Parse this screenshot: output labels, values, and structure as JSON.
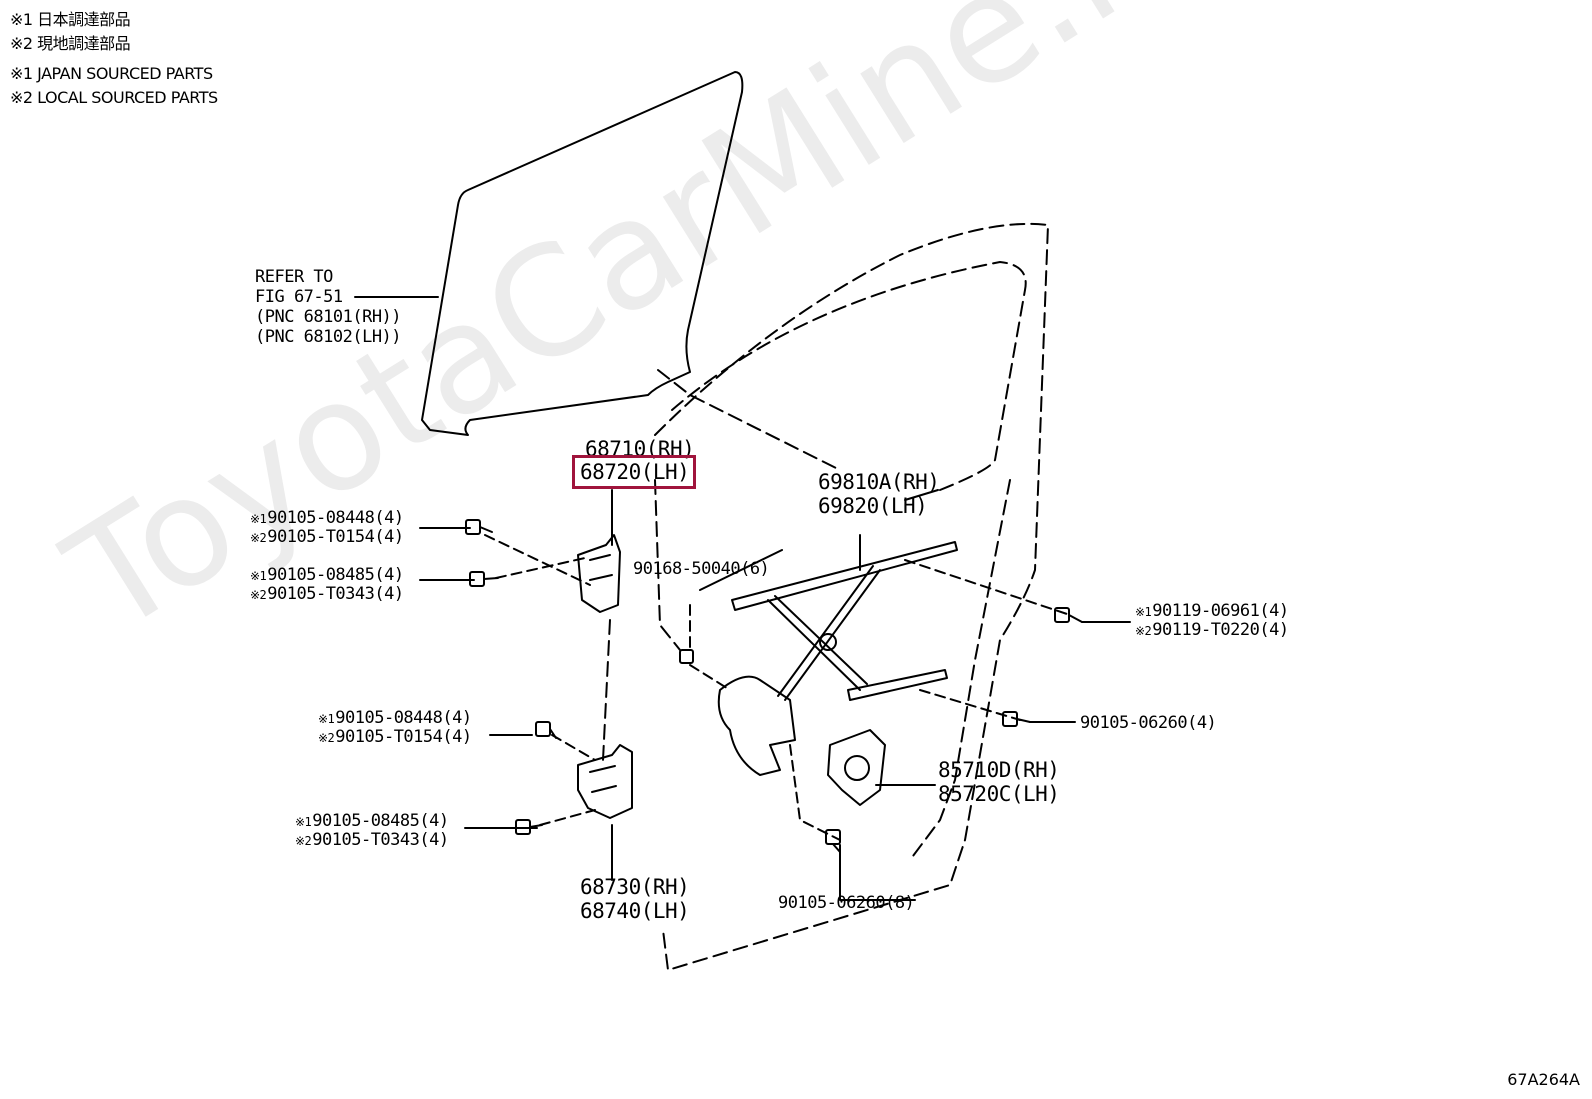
{
  "notes": {
    "jp1": "※1 日本調達部品",
    "jp2": "※2 現地調達部品",
    "en1": "※1 JAPAN SOURCED PARTS",
    "en2": "※2 LOCAL SOURCED PARTS"
  },
  "watermark": "ToyotaCarMine.ru",
  "figure_id": "67A264A",
  "highlight_color": "#a0143c",
  "glass_ref": {
    "line1": "REFER TO",
    "line2": "FIG 67-51",
    "line3": "(PNC 68101(RH))",
    "line4": "(PNC 68102(LH))"
  },
  "parts": {
    "hinge_upper_rh": "68710(RH)",
    "hinge_upper_lh": "68720(LH)",
    "regulator_rh": "69810A(RH)",
    "regulator_lh": "69820(LH)",
    "bolt_a1": "90105-08448(4)",
    "bolt_a2": "90105-T0154(4)",
    "bolt_b1": "90105-08485(4)",
    "bolt_b2": "90105-T0343(4)",
    "rivet": "90168-50040(6)",
    "bolt_c1": "90119-06961(4)",
    "bolt_c2": "90119-T0220(4)",
    "bolt_d1": "90105-08448(4)",
    "bolt_d2": "90105-T0154(4)",
    "bolt_e": "90105-06260(4)",
    "motor_rh": "85710D(RH)",
    "motor_lh": "85720C(LH)",
    "bolt_f1": "90105-08485(4)",
    "bolt_f2": "90105-T0343(4)",
    "hinge_lower_rh": "68730(RH)",
    "hinge_lower_lh": "68740(LH)",
    "bolt_g": "90105-06260(8)"
  },
  "marks": {
    "m1": "※1",
    "m2": "※2"
  }
}
